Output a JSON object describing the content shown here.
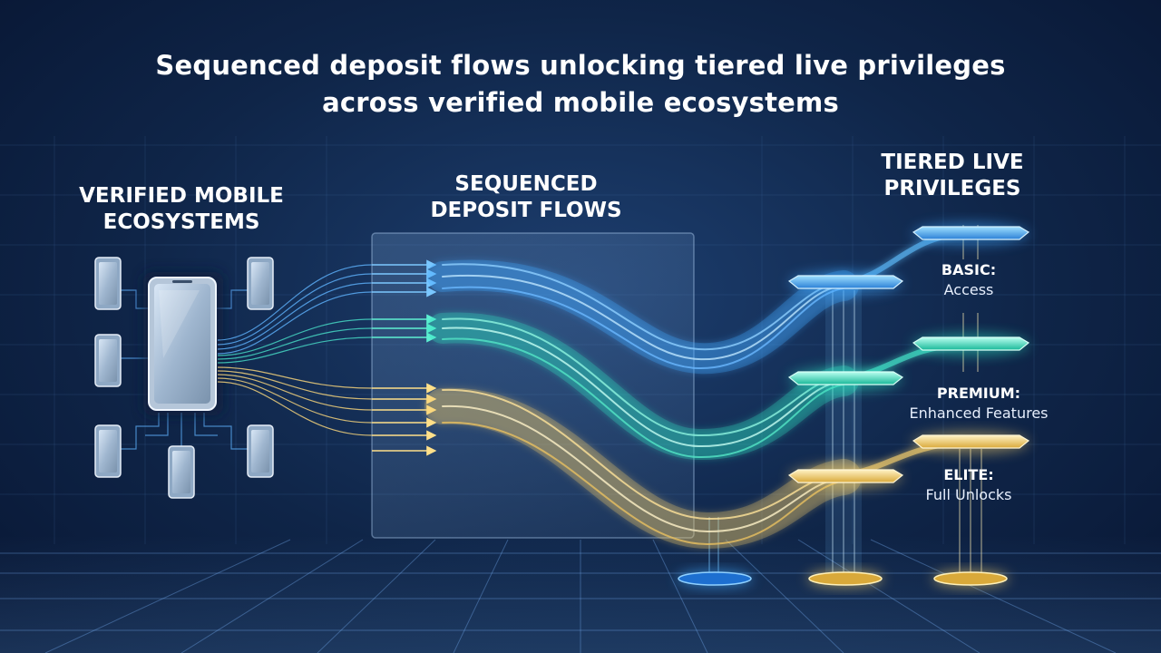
{
  "title": {
    "line1": "Sequenced deposit flows unlocking tiered live privileges",
    "line2": "across verified mobile ecosystems"
  },
  "sections": {
    "mobile": {
      "line1": "VERIFIED MOBILE",
      "line2": "ECOSYSTEMS"
    },
    "flows": {
      "line1": "SEQUENCED",
      "line2": "DEPOSIT FLOWS"
    },
    "tiers": {
      "line1": "TIERED LIVE",
      "line2": "PRIVILEGES"
    }
  },
  "tiers": [
    {
      "name": "BASIC:",
      "desc": "Access",
      "color": "#3fa9ff"
    },
    {
      "name": "PREMIUM:",
      "desc": "Enhanced Features",
      "color": "#2fe0c0"
    },
    {
      "name": "ELITE:",
      "desc": "Full Unlocks",
      "color": "#f2cc6b"
    }
  ],
  "colors": {
    "blue": "#3fa9ff",
    "teal": "#2fe0c0",
    "gold": "#f2cc6b",
    "background": "#0f2548"
  }
}
